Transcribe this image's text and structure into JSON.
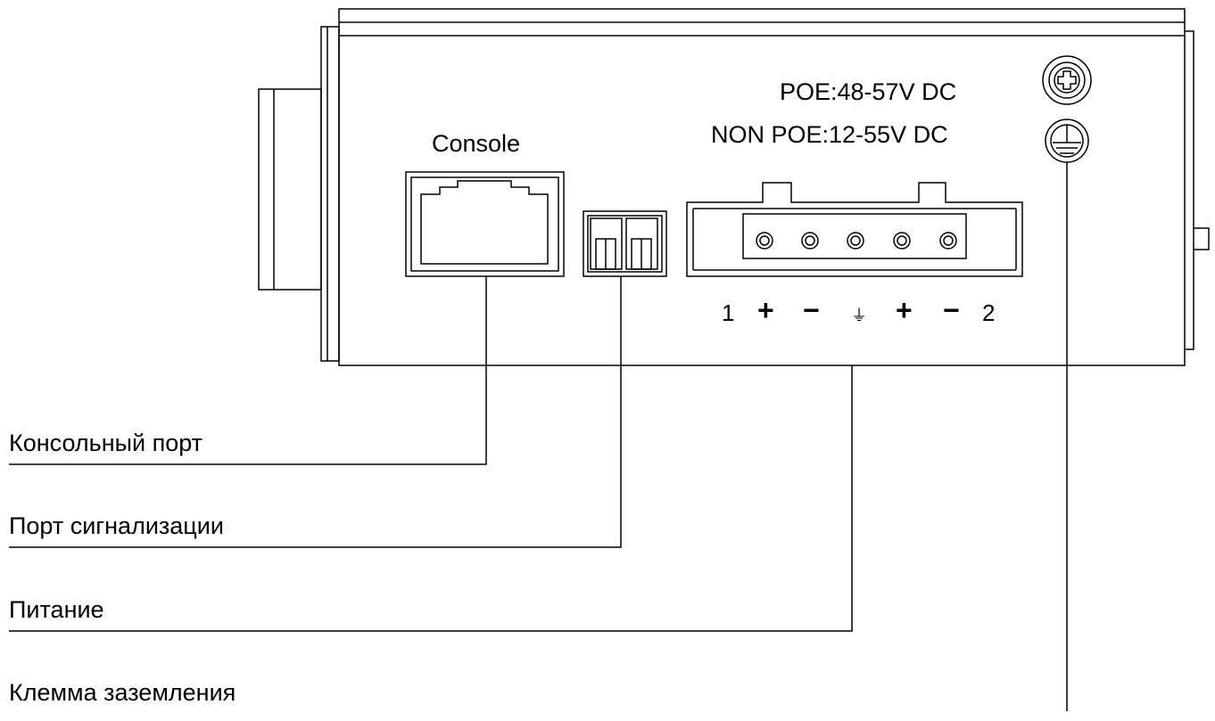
{
  "panel": {
    "console_label": "Console",
    "poe_label": "POE:48-57V DC",
    "non_poe_label": "NON POE:12-55V DC",
    "terminal_labels": [
      "1",
      "+",
      "−",
      "⏚",
      "+",
      "−",
      "2"
    ]
  },
  "callouts": [
    {
      "id": "console-port",
      "label": "Консольный порт"
    },
    {
      "id": "alarm-port",
      "label": "Порт сигнализации"
    },
    {
      "id": "power",
      "label": "Питание"
    },
    {
      "id": "ground-terminal",
      "label": "Клемма заземления"
    }
  ],
  "icons": {
    "screw": "screw-icon",
    "ground": "ground-symbol-icon"
  },
  "colors": {
    "line": "#000000",
    "background": "#ffffff"
  }
}
